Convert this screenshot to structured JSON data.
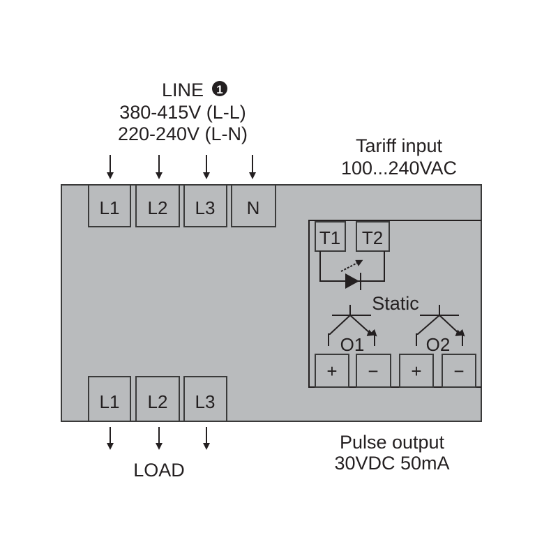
{
  "line": {
    "title": "LINE",
    "note_marker": "1",
    "voltage_ll": "380-415V (L-L)",
    "voltage_ln": "220-240V (L-N)"
  },
  "tariff": {
    "title": "Tariff input",
    "voltage": "100...240VAC"
  },
  "pulse": {
    "title": "Pulse output",
    "rating": "30VDC 50mA"
  },
  "load": {
    "title": "LOAD"
  },
  "line_terminals": [
    "L1",
    "L2",
    "L3",
    "N"
  ],
  "load_terminals": [
    "L1",
    "L2",
    "L3"
  ],
  "tariff_terminals": [
    "T1",
    "T2"
  ],
  "static_label": "Static",
  "outputs": [
    {
      "name": "O1",
      "plus": "+",
      "minus": "−"
    },
    {
      "name": "O2",
      "plus": "+",
      "minus": "−"
    }
  ],
  "colors": {
    "body": "#b9bbbd",
    "ink": "#231f20"
  }
}
